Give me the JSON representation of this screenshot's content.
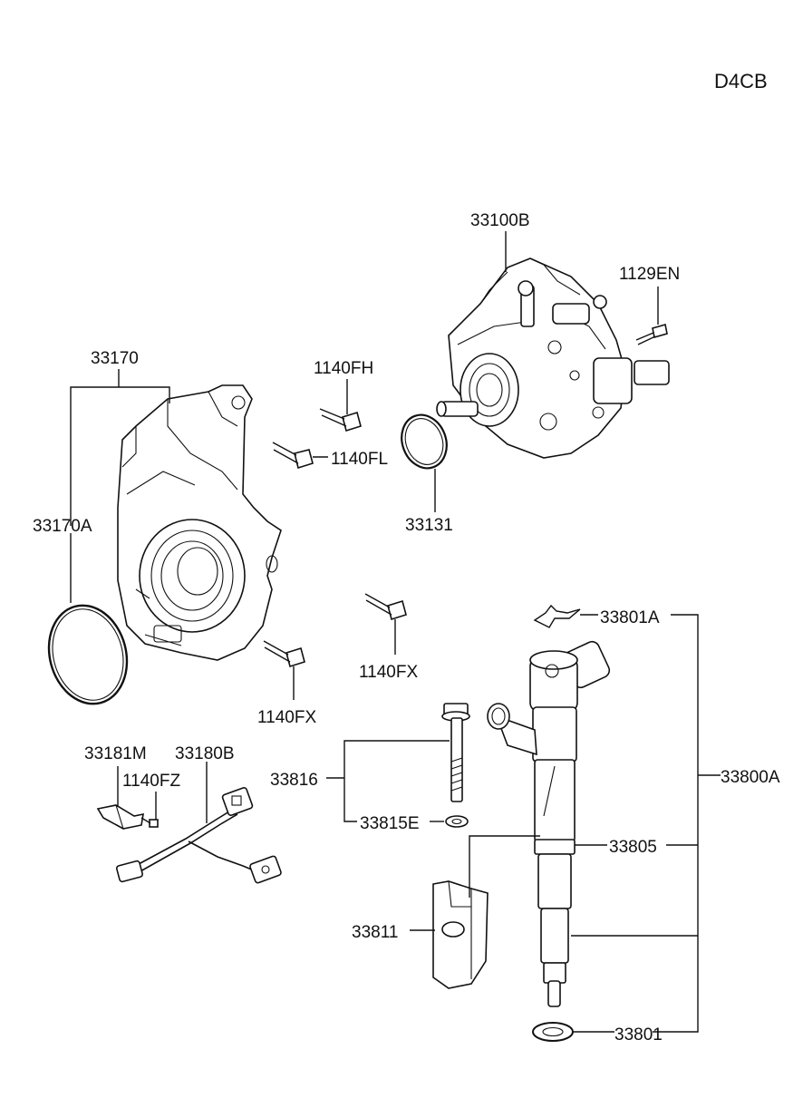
{
  "engine_code": "D4CB",
  "labels": {
    "p33100B": "33100B",
    "p1129EN": "1129EN",
    "p33170": "33170",
    "p1140FH": "1140FH",
    "p1140FL": "1140FL",
    "p33170A": "33170A",
    "p33131": "33131",
    "p1140FX_a": "1140FX",
    "p1140FX_b": "1140FX",
    "p33801A": "33801A",
    "p33181M": "33181M",
    "p33180B": "33180B",
    "p1140FZ": "1140FZ",
    "p33816": "33816",
    "p33815E": "33815E",
    "p33805": "33805",
    "p33800A": "33800A",
    "p33811": "33811",
    "p33801": "33801"
  }
}
